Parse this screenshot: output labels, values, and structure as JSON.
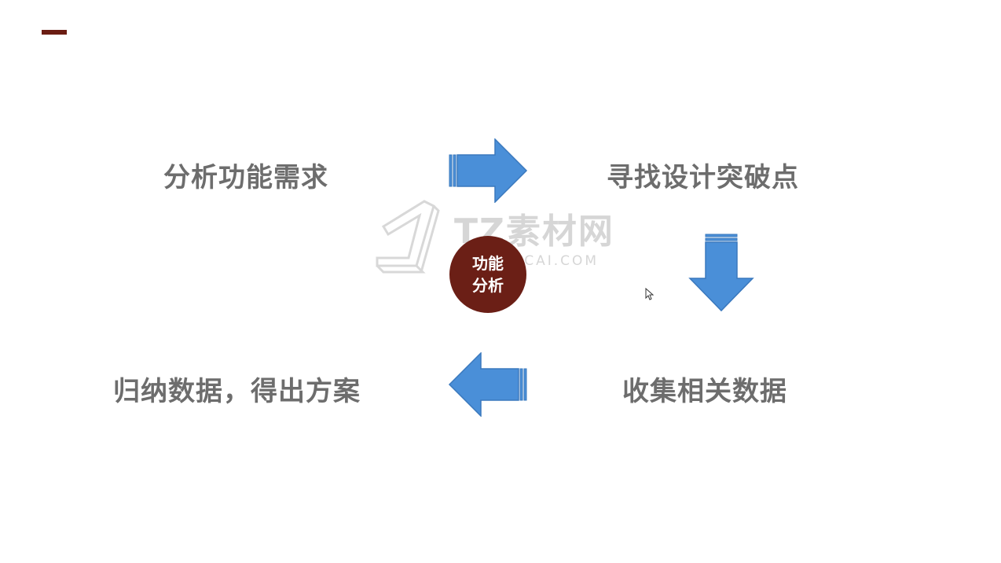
{
  "steps": {
    "analyze": "分析功能需求",
    "find": "寻找设计突破点",
    "collect": "收集相关数据",
    "summarize": "归纳数据，得出方案"
  },
  "center": {
    "line1": "功能",
    "line2": "分析"
  },
  "watermark": {
    "main": "TZ素材网",
    "sub": "TZSUCAI.COM"
  },
  "colors": {
    "accent": "#6b1d13",
    "arrow_fill": "#4a8fd8",
    "arrow_stroke": "#3a78bd",
    "text": "#6d6d6d",
    "circle": "#6b1f16"
  }
}
